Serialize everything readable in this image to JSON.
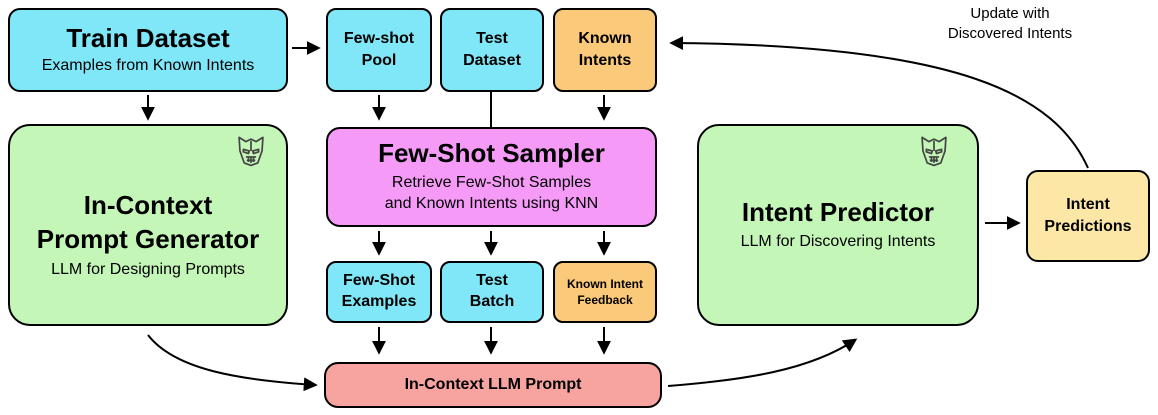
{
  "colors": {
    "dataset_box": "#7fe7f7",
    "known_intent_box": "#fbc97a",
    "llm_box": "#c4f6b8",
    "sampler_box": "#f59bf7",
    "prompt_box": "#f7a3a0",
    "predictions_box": "#fde7a6",
    "border": "#000000"
  },
  "train_dataset": {
    "title": "Train Dataset",
    "subtitle": "Examples from Known Intents"
  },
  "top_inputs": {
    "few_shot_pool": "Few-shot\nPool",
    "test_dataset": "Test\nDataset",
    "known_intents": "Known\nIntents"
  },
  "prompt_generator": {
    "title": "In-Context\nPrompt Generator",
    "subtitle": "LLM for Designing Prompts",
    "icon": "transformer-robot-icon"
  },
  "sampler": {
    "title": "Few-Shot Sampler",
    "subtitle": "Retrieve Few-Shot Samples\nand Known Intents using KNN"
  },
  "sampler_outputs": {
    "few_shot_examples": "Few-Shot\nExamples",
    "test_batch": "Test\nBatch",
    "known_intent_feedback": "Known Intent\nFeedback"
  },
  "llm_prompt": {
    "label": "In-Context LLM Prompt"
  },
  "intent_predictor": {
    "title": "Intent Predictor",
    "subtitle": "LLM for Discovering Intents",
    "icon": "transformer-robot-icon"
  },
  "intent_predictions": {
    "label": "Intent\nPredictions"
  },
  "feedback_loop": {
    "label": "Update with\nDiscovered Intents"
  }
}
